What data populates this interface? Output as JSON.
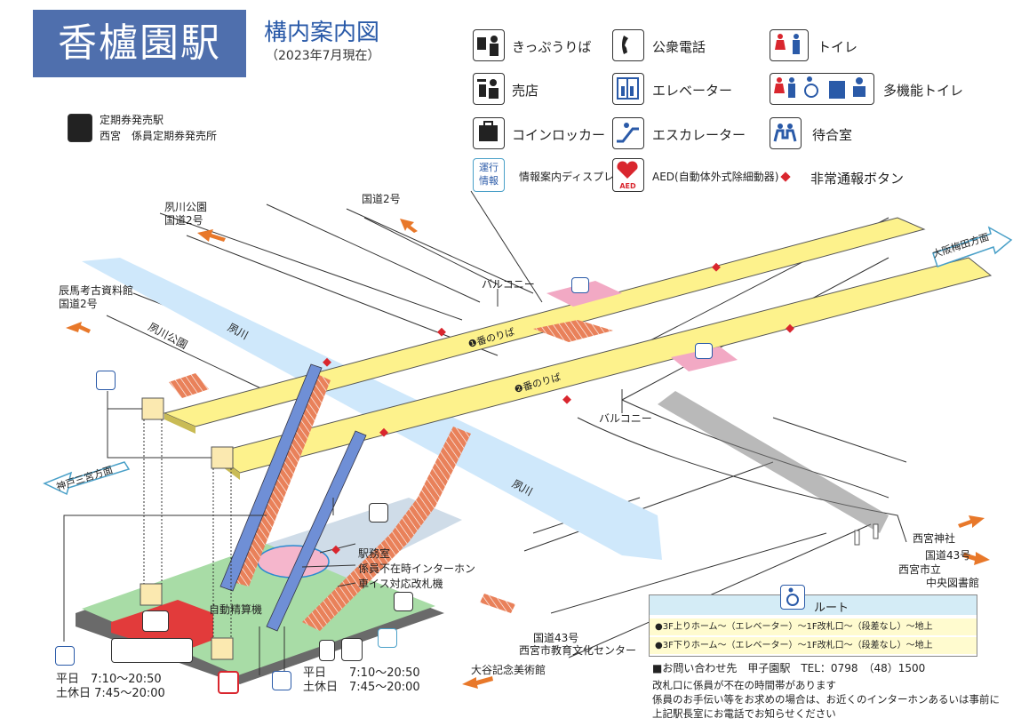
{
  "header": {
    "station_name": "香櫨園駅",
    "map_title": "構内案内図",
    "map_date": "（2023年7月現在）"
  },
  "legend": {
    "ticket": "きっぷうりば",
    "phone": "公衆電話",
    "toilet": "トイレ",
    "shop": "売店",
    "elevator": "エレベーター",
    "multi_toilet": "多機能トイレ",
    "locker": "コインロッカー",
    "escalator": "エスカレーター",
    "waiting": "待合室",
    "info_display_icon_l1": "運行",
    "info_display_icon_l2": "情報",
    "info_display": "情報案内ディスプレイ",
    "aed": "AED(自動体外式除細動器)",
    "aed_icon_text": "AED",
    "emergency": "非常通報ボタン",
    "pass_office_title": "定期券発売駅",
    "pass_office_detail": "西宮　係員定期券発売所"
  },
  "map": {
    "directions": {
      "route2_a": "国道2号",
      "shukugawa_park_route2_l1": "夙川公園",
      "shukugawa_park_route2_l2": "国道2号",
      "museum_route2_l1": "辰馬考古資料館",
      "museum_route2_l2": "国道2号",
      "osaka": "大阪梅田方面",
      "kobe": "神戸三宮方面",
      "nishinomiya_shrine": "西宮神社",
      "route43_library_l1": "国道43号",
      "route43_library_l2": "西宮市立",
      "route43_library_l3": "中央図書館",
      "route43_center_l1": "国道43号",
      "route43_center_l2": "西宮市教育文化センター",
      "otani_museum": "大谷記念美術館"
    },
    "labels": {
      "balcony_top": "バルコニー",
      "balcony_bottom": "バルコニー",
      "platform1": "❶番のりば",
      "platform2": "❷番のりば",
      "river1": "夙川",
      "river2": "夙川",
      "park": "夙川公園",
      "station_office": "駅務室",
      "intercom": "係員不在時インターホン",
      "wheelchair_gate": "車イス対応改札機",
      "fare_adjust": "自動精算機"
    },
    "hours_left": {
      "weekday_label": "平日",
      "weekday_time": "7:10〜20:50",
      "holiday_label": "土休日",
      "holiday_time": "7:45〜20:00"
    },
    "hours_right": {
      "weekday_label": "平日",
      "weekday_time": "7:10〜20:50",
      "holiday_label": "土休日",
      "holiday_time": "7:45〜20:00"
    }
  },
  "route": {
    "title": "ルート",
    "row1": "●3F上りホーム〜（エレベーター）〜1F改札口〜（段差なし）〜地上",
    "row2": "●3F下りホーム〜（エレベーター）〜1F改札口〜（段差なし）〜地上"
  },
  "contact": {
    "line": "■お問い合わせ先　甲子園駅　TEL：0798　（48）1500",
    "note1": "改札口に係員が不在の時間帯があります",
    "note2": "係員のお手伝い等をお求めの場合は、お近くのインターホンあるいは事前に",
    "note3": "上記駅長室にお電話でお知らせください"
  },
  "colors": {
    "title_bg": "#4f6fad",
    "platform": "#fdf28c",
    "river": "#cfe8fb",
    "stairs": "#e9815a",
    "concourse": "#a8dca6",
    "escalator": "#6f8fd6",
    "arrow": "#e8782a",
    "emergency": "#d9262e",
    "waiting_room": "#f2a9c4"
  }
}
